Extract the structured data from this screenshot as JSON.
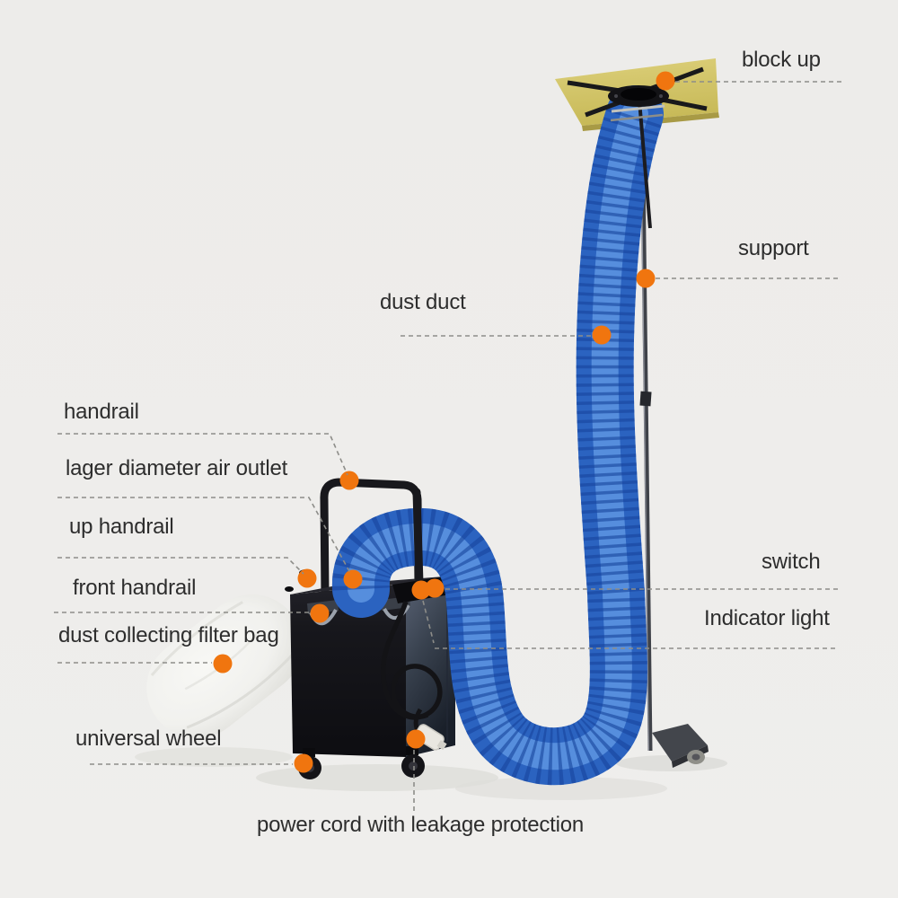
{
  "annotations": {
    "block_up": {
      "label": "block up"
    },
    "support": {
      "label": "support"
    },
    "dust_duct": {
      "label": "dust duct"
    },
    "handrail": {
      "label": "handrail"
    },
    "air_outlet": {
      "label": "lager diameter air outlet"
    },
    "up_handrail": {
      "label": "up handrail"
    },
    "front_handrail": {
      "label": "front handrail"
    },
    "filter_bag": {
      "label": "dust collecting filter bag"
    },
    "universal_wheel": {
      "label": "universal wheel"
    },
    "power_cord": {
      "label": "power cord with leakage protection"
    },
    "switch": {
      "label": "switch"
    },
    "indicator_light": {
      "label": "Indicator light"
    }
  },
  "colors": {
    "background": "#edecea",
    "text": "#2d2d2d",
    "marker_orange": "#f0750f",
    "leader_line": "#8d8d89",
    "hose_blue": "#2b63c0",
    "hose_rib_blue": "#17459c",
    "hose_highlight": "#5b92e0",
    "plate_yellow": "#d3c566",
    "machine_black": "#16161a",
    "machine_side_gray": "#3c4556",
    "filter_bag_white": "#f3f3f0",
    "pole_gray": "#3f4249"
  }
}
